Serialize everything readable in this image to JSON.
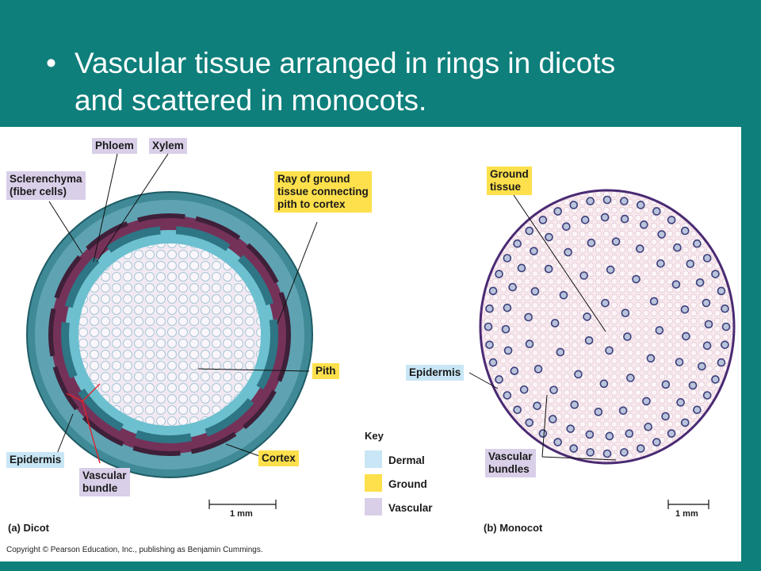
{
  "slide": {
    "bullet": "•",
    "title": "Vascular tissue arranged in rings in dicots\nand scattered in monocots."
  },
  "figure": {
    "dicot_labels": {
      "phloem": "Phloem",
      "xylem": "Xylem",
      "sclerenchyma": "Sclerenchyma\n(fiber cells)",
      "ray": "Ray of ground\ntissue connecting\npith to cortex",
      "pith": "Pith",
      "epidermis": "Epidermis",
      "vascular_bundle": "Vascular\nbundle",
      "cortex": "Cortex",
      "caption": "(a) Dicot",
      "scale": "1 mm"
    },
    "monocot_labels": {
      "ground_tissue": "Ground\ntissue",
      "epidermis": "Epidermis",
      "vascular_bundles": "Vascular\nbundles",
      "caption": "(b) Monocot",
      "scale": "1 mm"
    },
    "key": {
      "title": "Key",
      "items": [
        {
          "label": "Dermal",
          "color": "#c8e6f5"
        },
        {
          "label": "Ground",
          "color": "#fde04b"
        },
        {
          "label": "Vascular",
          "color": "#d9cfe8"
        }
      ]
    },
    "copyright": "Copyright © Pearson Education, Inc., publishing as Benjamin Cummings."
  }
}
